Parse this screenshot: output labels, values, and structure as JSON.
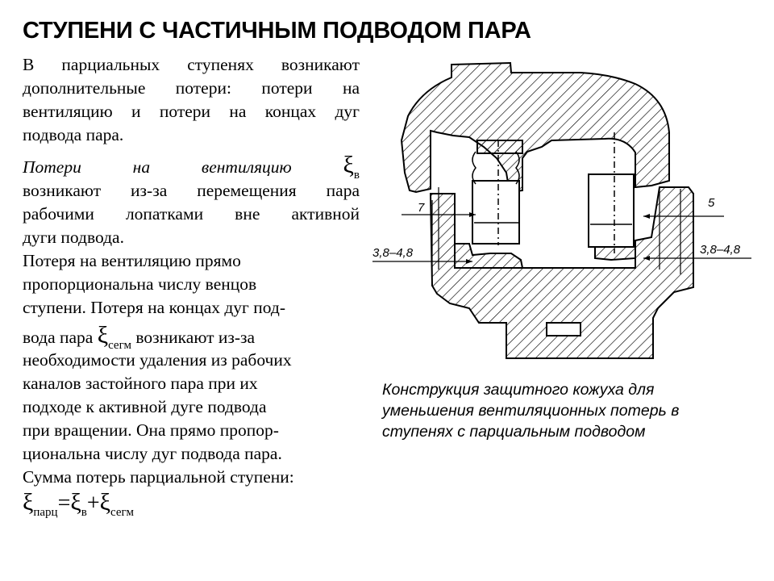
{
  "title": "СТУПЕНИ С ЧАСТИЧНЫМ ПОДВОДОМ ПАРА",
  "para1": [
    "В парциальных ступенях возникают",
    "дополнительные потери: потери на",
    "вентиляцию и потери на концах дуг",
    "подвода пара."
  ],
  "vent": {
    "w1": "Потери",
    "w2": "на",
    "w3": "вентиляцию",
    "symbol": "ξ",
    "sub": "в",
    "lines": [
      "возникают из-за перемещения пара",
      "рабочими лопатками вне активной",
      "дуги подвода."
    ]
  },
  "para3": [
    "Потеря на вентиляцию прямо",
    "пропорциональна числу венцов",
    "ступени. Потеря на концах дуг под-"
  ],
  "seg": {
    "pre": "вода пара ",
    "symbol": "ξ",
    "sub": "сегм",
    "post": " возникают из-за",
    "lines": [
      "необходимости удаления из рабочих",
      "каналов застойного пара при их",
      "подходе к активной дуге подвода",
      "при вращении. Она прямо пропор-",
      "циональна числу дуг подвода пара.",
      "Сумма потерь парциальной ступени:"
    ]
  },
  "formula": {
    "s1": "ξ",
    "sub1": "парц",
    "eq": "=",
    "s2": "ξ",
    "sub2": "в",
    "plus": "+",
    "s3": "ξ",
    "sub3": "сегм"
  },
  "figure": {
    "labels": {
      "left_top": "7",
      "right_top": "5",
      "left_bottom": "3,8–4,8",
      "right_bottom": "3,8–4,8"
    }
  },
  "caption": [
    "Конструкция защитного кожуха для",
    "уменьшения вентиляционных потерь в",
    "ступенях с парциальным подводом"
  ]
}
